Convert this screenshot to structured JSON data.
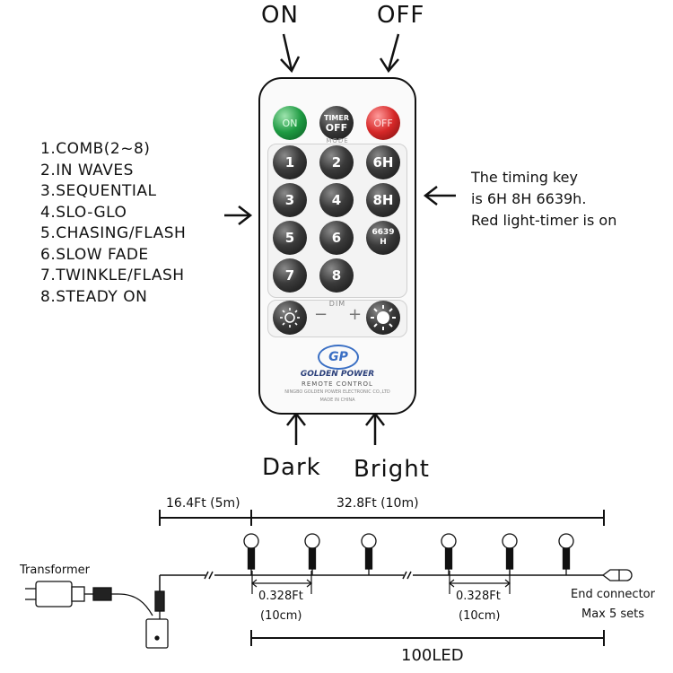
{
  "top_labels": {
    "on": "ON",
    "off": "OFF"
  },
  "bottom_labels": {
    "dark": "Dark",
    "bright": "Bright"
  },
  "modes": [
    "1.COMB(2~8)",
    "2.IN WAVES",
    "3.SEQUENTIAL",
    "4.SLO-GLO",
    "5.CHASING/FLASH",
    "6.SLOW FADE",
    "7.TWINKLE/FLASH",
    "8.STEADY ON"
  ],
  "timing_note": [
    "The timing key",
    "is 6H 8H 6639h.",
    "Red light-timer is on"
  ],
  "remote": {
    "top_buttons": {
      "on": "ON",
      "timer_line1": "TIMER",
      "timer_line2": "OFF",
      "off": "OFF"
    },
    "mode_label": "MODE",
    "number_buttons": [
      "1",
      "2",
      "3",
      "4",
      "5",
      "6",
      "7",
      "8"
    ],
    "timer_buttons": [
      "6H",
      "8H",
      "6639",
      "H"
    ],
    "dim_label": "DIM",
    "minus": "−",
    "plus": "+",
    "brand_logo": "GP",
    "brand_name": "GOLDEN POWER",
    "subtitle": "REMOTE CONTROL",
    "maker": "NINGBO GOLDEN POWER ELECTRONIC CO.,LTD",
    "made_in": "MADE IN CHINA"
  },
  "wiring": {
    "lead_length": "16.4Ft (5m)",
    "string_length": "32.8Ft (10m)",
    "spacing_1": "0.328Ft",
    "spacing_1_metric": "(10cm)",
    "spacing_2": "0.328Ft",
    "spacing_2_metric": "(10cm)",
    "transformer": "Transformer",
    "end_connector": "End connector",
    "max_sets": "Max 5 sets",
    "led_count": "100LED"
  }
}
